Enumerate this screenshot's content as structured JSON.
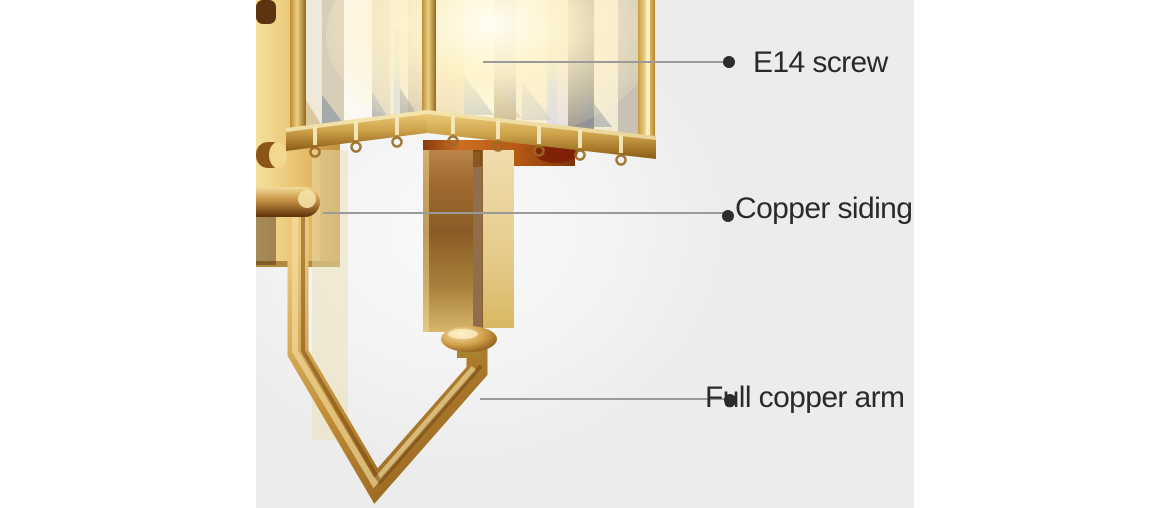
{
  "photo": {
    "background": "#ececec",
    "brass": "#c9953f",
    "brass_light": "#f0d98e",
    "brass_dark": "#7b4a14",
    "glow": "#fff3c8"
  },
  "callouts": {
    "line_color": "#9a9a9a",
    "dot_color": "#2d2d2d",
    "text_color": "#2a2a2a",
    "items": [
      {
        "id": "e14-screw",
        "label": "E14 screw"
      },
      {
        "id": "copper-siding",
        "label": "Copper siding"
      },
      {
        "id": "full-copper-arm",
        "label": "Full copper arm"
      }
    ]
  }
}
